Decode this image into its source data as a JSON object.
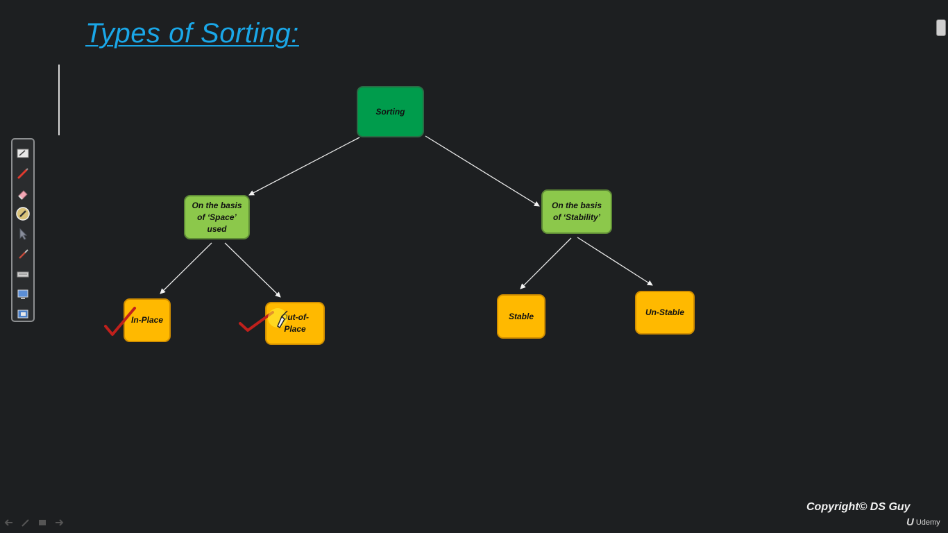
{
  "slide": {
    "title": "Types of Sorting:"
  },
  "diagram": {
    "root": {
      "label": "Sorting"
    },
    "space_branch": {
      "lines": [
        "On the basis",
        "of ‘Space’",
        "used"
      ]
    },
    "stability_branch": {
      "lines": [
        "On the basis",
        "of ‘Stability’"
      ]
    },
    "leaves": {
      "in_place": "In-Place",
      "out_of_place": [
        "Out-of-",
        "Place"
      ],
      "stable": "Stable",
      "unstable": "Un-Stable"
    },
    "colors": {
      "root": "#009c4c",
      "branch": "#8cc84b",
      "leaf": "#ffb900",
      "check": "#c0201c",
      "title": "#1aa7e8"
    }
  },
  "toolbar": {
    "tools": [
      "whiteboard-icon",
      "pen-icon",
      "eraser-icon",
      "highlighter-icon",
      "pointer-icon",
      "brush-icon",
      "keyboard-icon",
      "screen-icon",
      "screen-capture-icon"
    ]
  },
  "footer": {
    "copyright": "Copyright© DS Guy",
    "brand": "Udemy",
    "brand_logo": "U"
  },
  "navbar": {
    "buttons": [
      "back-arrow-icon",
      "pen-icon",
      "menu-icon",
      "forward-arrow-icon"
    ]
  }
}
